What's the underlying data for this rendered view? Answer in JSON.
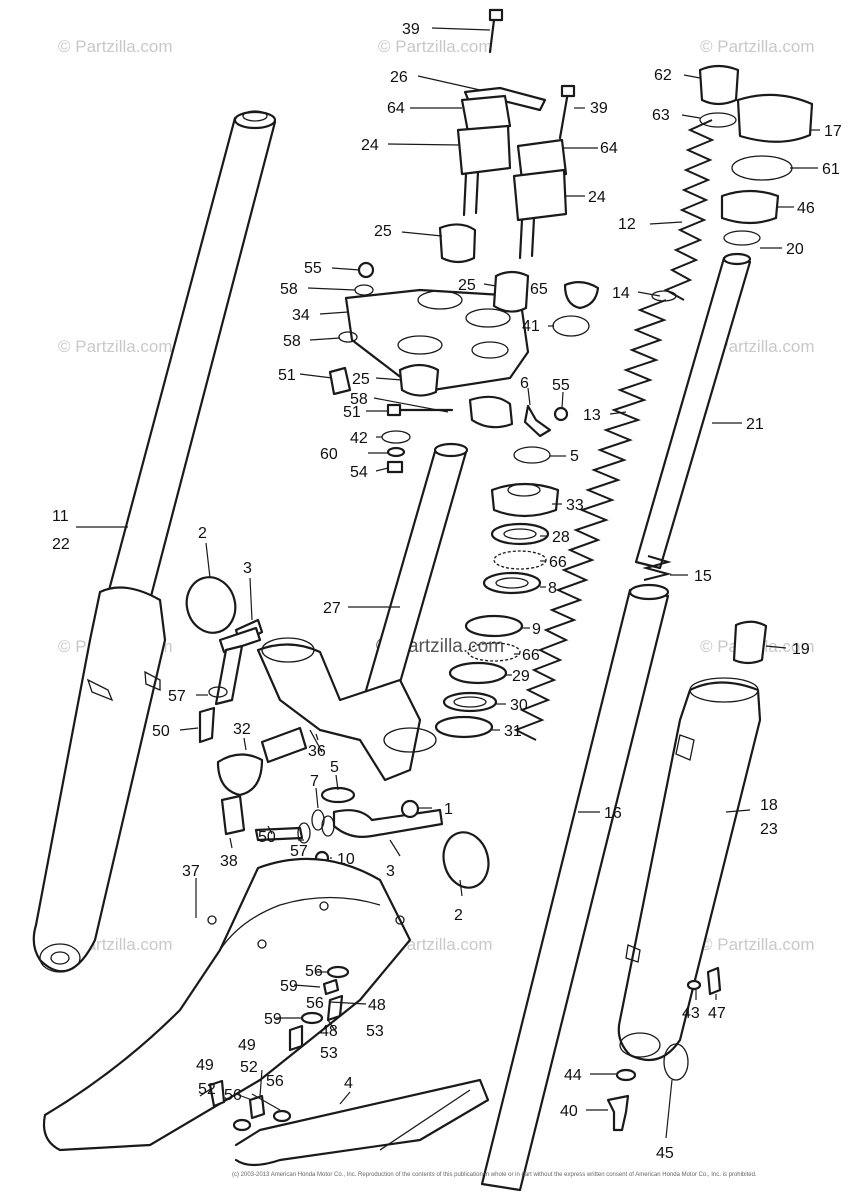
{
  "watermark": "© Partzilla.com",
  "copyright": "(c) 2003-2013 American Honda Motor Co., Inc. Reproduction of the contents of this publication in whole or in part without the express written consent of American Honda Motor Co., Inc. is prohibited.",
  "callouts": {
    "c39a": "39",
    "c26": "26",
    "c64a": "64",
    "c24a": "24",
    "c39b": "39",
    "c64b": "64",
    "c24b": "24",
    "c25a": "25",
    "c62": "62",
    "c63": "63",
    "c17": "17",
    "c61": "61",
    "c12": "12",
    "c46": "46",
    "c20": "20",
    "c55a": "55",
    "c58a": "58",
    "c25b": "25",
    "c65": "65",
    "c14": "14",
    "c34": "34",
    "c41": "41",
    "c58b": "58",
    "c51a": "51",
    "c25c": "25",
    "c6": "6",
    "c55b": "55",
    "c58c": "58",
    "c51b": "51",
    "c13": "13",
    "c21": "21",
    "c42": "42",
    "c60": "60",
    "c5a": "5",
    "c54": "54",
    "c33": "33",
    "c11": "11",
    "c22": "22",
    "c2a": "2",
    "c28": "28",
    "c66a": "66",
    "c3a": "3",
    "c15": "15",
    "c8": "8",
    "c27": "27",
    "c9": "9",
    "c66b": "66",
    "c19": "19",
    "c29": "29",
    "c57a": "57",
    "c30": "30",
    "c50a": "50",
    "c32": "32",
    "c31": "31",
    "c36": "36",
    "c7": "7",
    "c5b": "5",
    "c1": "1",
    "c16": "16",
    "c18": "18",
    "c23": "23",
    "c50b": "50",
    "c57b": "57",
    "c3b": "3",
    "c38": "38",
    "c10": "10",
    "c37": "37",
    "c2b": "2",
    "c56a": "56",
    "c59a": "59",
    "c48a": "48",
    "c56b": "56",
    "c59b": "59",
    "c53a": "53",
    "c48b": "48",
    "c53b": "53",
    "c43": "43",
    "c47": "47",
    "c49a": "49",
    "c52a": "52",
    "c49b": "49",
    "c52b": "52",
    "c56c": "56",
    "c56d": "56",
    "c4": "4",
    "c44": "44",
    "c40": "40",
    "c45": "45"
  }
}
